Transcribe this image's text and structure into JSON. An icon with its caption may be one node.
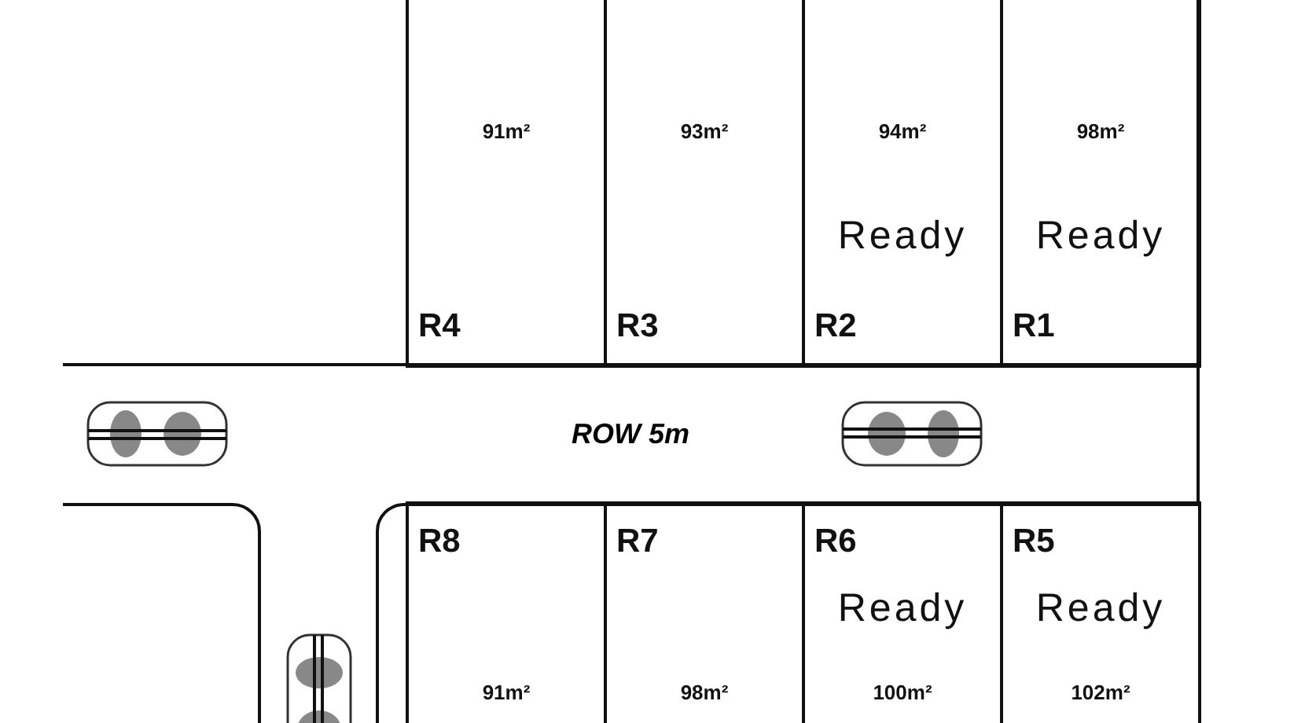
{
  "diagram": {
    "nodes": [
      {
        "text": [
          "91m²",
          "R4"
        ]
      },
      {
        "text": [
          "93m²",
          "R3"
        ]
      },
      {
        "text": [
          "94m²",
          "Ready",
          "R2"
        ]
      },
      {
        "text": [
          "98m²",
          "Ready",
          "R1"
        ]
      },
      {
        "text": [
          "ROW 5m"
        ]
      },
      {
        "text": [
          "R8",
          "91m²"
        ]
      },
      {
        "text": [
          "R7",
          "98m²"
        ]
      },
      {
        "text": [
          "R6",
          "Ready",
          "100m²"
        ]
      },
      {
        "text": [
          "R5",
          "Ready",
          "102m²"
        ]
      }
    ]
  }
}
